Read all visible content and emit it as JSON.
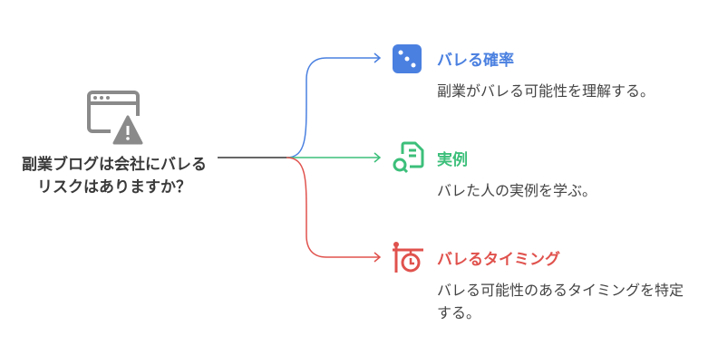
{
  "center": {
    "text": "副業ブログは会社にバレるリスクはありますか？"
  },
  "branches": [
    {
      "title": "バレる確率",
      "desc": "副業がバレる可能性を理解する。",
      "color": "#4a80e0"
    },
    {
      "title": "実例",
      "desc": "バレた人の実例を学ぶ。",
      "color": "#3cbf7a"
    },
    {
      "title": "バレるタイミング",
      "desc": "バレる可能性のあるタイミングを特定する。",
      "color": "#e0524d"
    }
  ]
}
